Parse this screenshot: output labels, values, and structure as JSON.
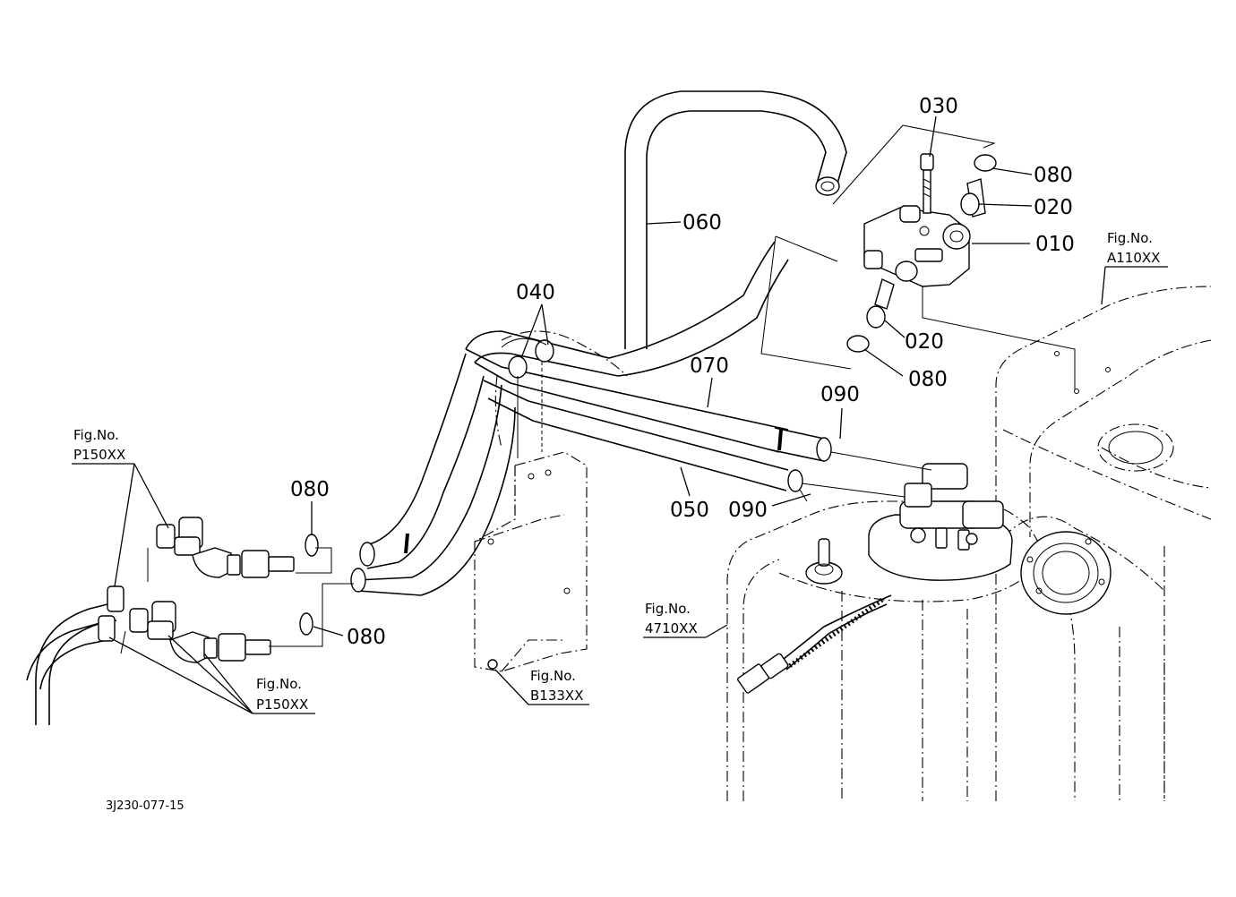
{
  "callouts": {
    "p010": "010",
    "p020a": "020",
    "p020b": "020",
    "p030": "030",
    "p040": "040",
    "p050": "050",
    "p060": "060",
    "p070": "070",
    "p080a": "080",
    "p080b": "080",
    "p080c": "080",
    "p080d": "080",
    "p090a": "090",
    "p090b": "090"
  },
  "fig_refs": {
    "a110": {
      "title": "Fig.No.",
      "code": "A110XX"
    },
    "p150_left": {
      "title": "Fig.No.",
      "code": "P150XX"
    },
    "p150_bottom": {
      "title": "Fig.No.",
      "code": "P150XX"
    },
    "b133": {
      "title": "Fig.No.",
      "code": "B133XX"
    },
    "f4710": {
      "title": "Fig.No.",
      "code": "4710XX"
    }
  },
  "drawing_code": "3J230-077-15"
}
